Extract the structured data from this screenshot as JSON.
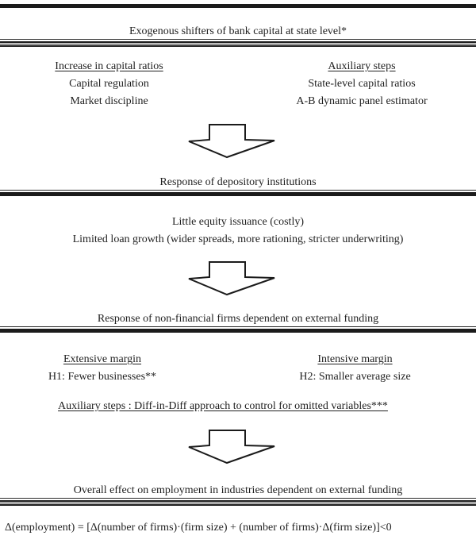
{
  "diagram": {
    "s1_heading": "Exogenous shifters of bank capital at state level*",
    "s1_left": {
      "header": "Increase in capital ratios",
      "items": [
        "Capital regulation",
        "Market discipline"
      ]
    },
    "s1_right": {
      "header": "Auxiliary steps",
      "items": [
        "State-level capital ratios",
        "A-B dynamic panel estimator"
      ]
    },
    "s2_heading": "Response of depository institutions",
    "s2_lines": [
      "Little equity issuance (costly)",
      "Limited loan growth (wider spreads, more rationing, stricter underwriting)"
    ],
    "s3_heading": "Response of non-financial firms dependent on external funding",
    "s3_left": {
      "header": "Extensive margin",
      "item": "H1: Fewer businesses**"
    },
    "s3_right": {
      "header": "Intensive margin",
      "item": "H2: Smaller average size"
    },
    "s3_aux": "Auxiliary steps : Diff-in-Diff approach to control for omitted variables***",
    "s4_heading": "Overall effect on employment in industries dependent on external funding",
    "formula": "Δ(employment) = [Δ(number of firms)·(firm size) + (number of firms)·Δ(firm size)]<0"
  },
  "colors": {
    "ink": "#1b1b1b",
    "paper": "#ffffff"
  }
}
